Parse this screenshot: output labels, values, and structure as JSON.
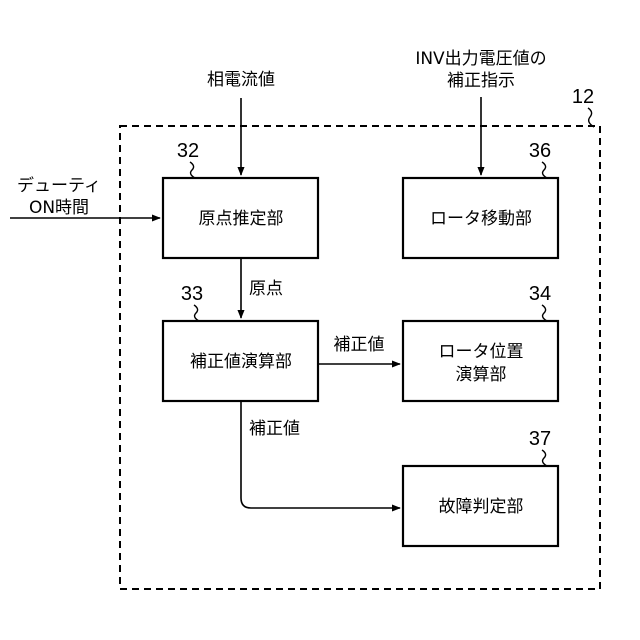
{
  "container_ref": "12",
  "blocks": {
    "origin_estimation": {
      "label": "原点推定部",
      "ref": "32"
    },
    "correction_calc": {
      "label": "補正値演算部",
      "ref": "33"
    },
    "rotor_position": {
      "line1": "ロータ位置",
      "line2": "演算部",
      "ref": "34"
    },
    "rotor_moving": {
      "label": "ロータ移動部",
      "ref": "36"
    },
    "fault_judgment": {
      "label": "故障判定部",
      "ref": "37"
    }
  },
  "inputs": {
    "phase_current": "相電流値",
    "duty_on_time": {
      "line1": "デューティ",
      "line2": "ON時間"
    },
    "inv_instruction": {
      "line1": "INV出力電圧値の",
      "line2": "補正指示"
    }
  },
  "signals": {
    "origin": "原点",
    "correction_to_rotor": "補正値",
    "correction_to_fault": "補正値"
  }
}
